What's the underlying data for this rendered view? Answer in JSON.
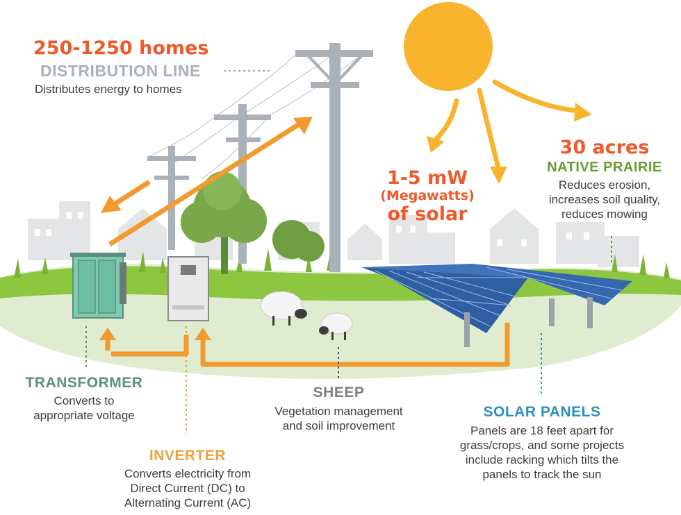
{
  "distribution": {
    "count": "250-1250 homes",
    "heading": "DISTRIBUTION LINE",
    "description": "Distributes energy to homes"
  },
  "solar_capacity": {
    "line1": "1-5 mW",
    "line2": "(Megawatts)",
    "line3": "of solar"
  },
  "prairie": {
    "count": "30 acres",
    "heading": "NATIVE PRAIRIE",
    "description": [
      "Reduces erosion,",
      "increases soil quality,",
      "reduces mowing"
    ]
  },
  "transformer": {
    "heading": "TRANSFORMER",
    "description": [
      "Converts to",
      "appropriate voltage"
    ]
  },
  "inverter": {
    "heading": "INVERTER",
    "description": [
      "Converts electricity from",
      "Direct Current (DC) to",
      "Alternating Current (AC)"
    ]
  },
  "sheep": {
    "heading": "SHEEP",
    "description": [
      "Vegetation management",
      "and soil improvement"
    ]
  },
  "solar_panels": {
    "heading": "SOLAR PANELS",
    "description": [
      "Panels are 18 feet apart for",
      "grass/crops, and some projects",
      "include racking which tilts the",
      "panels to track the sun"
    ]
  },
  "colors": {
    "accent_red": "#ef5a2b",
    "orange": "#f29a2e",
    "sun": "#f7b42c",
    "grass": "#8dc63f",
    "prairie_green": "#6a9a32",
    "transformer_teal": "#5b8f80",
    "distribution_gray": "#a9b1b9",
    "inverter_gold": "#e8a33d",
    "sheep_gray": "#7f7f7f",
    "panels_blue": "#2a8fc0"
  }
}
